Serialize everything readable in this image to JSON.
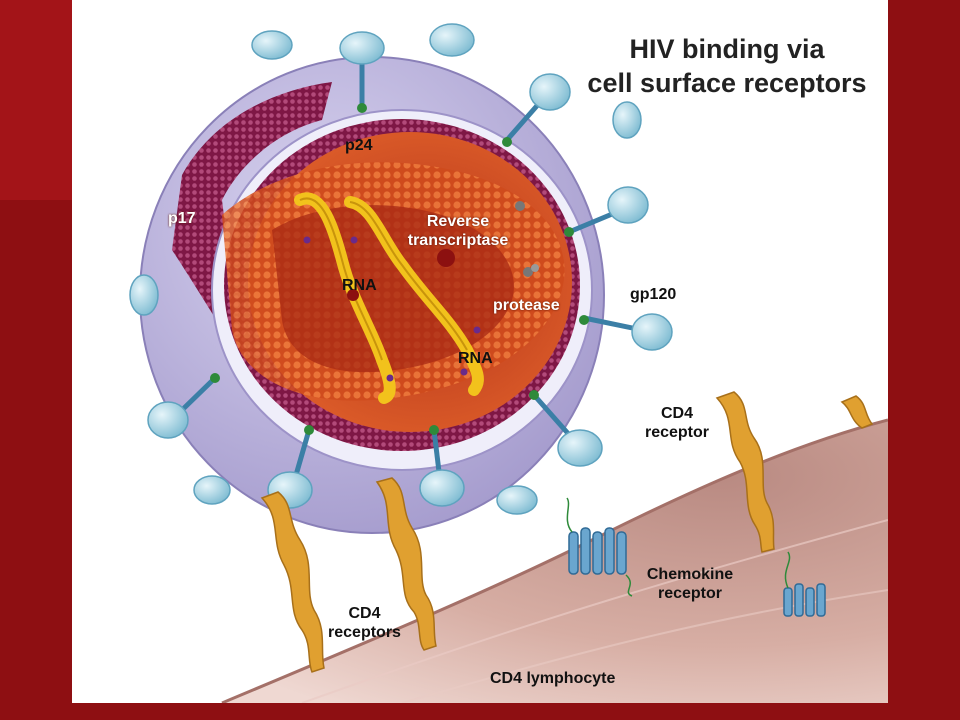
{
  "title": {
    "line1": "HIV binding via",
    "line2": "cell surface receptors"
  },
  "labels": {
    "p24": "p24",
    "p17": "p17",
    "reverse_transcriptase_1": "Reverse",
    "reverse_transcriptase_2": "transcriptase",
    "rna_upper": "RNA",
    "rna_lower": "RNA",
    "protease": "protease",
    "gp120": "gp120",
    "cd4_receptor_1": "CD4",
    "cd4_receptor_2": "receptor",
    "chemokine_1": "Chemokine",
    "chemokine_2": "receptor",
    "cd4_receptors_1": "CD4",
    "cd4_receptors_2": "receptors",
    "cd4_lymphocyte": "CD4 lymphocyte"
  },
  "colors": {
    "slide_border": "#8e0f12",
    "envelope": "#b9b3da",
    "matrix": "#8c1c4e",
    "capsid": "#d2461a",
    "rna": "#f2c21c",
    "glycoprotein": "#9fd2e2",
    "cell_membrane": "#c9988e",
    "cd4_protein": "#e0a030",
    "chemokine_protein": "#6aa6cf"
  }
}
